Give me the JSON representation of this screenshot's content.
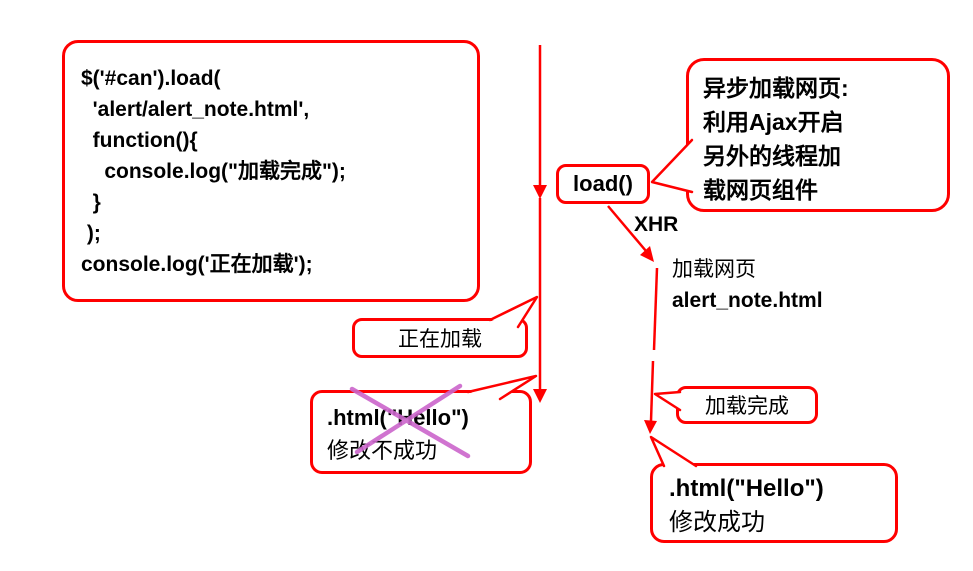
{
  "diagram": {
    "code_box": {
      "lines": [
        "$('#can').load(",
        "  'alert/alert_note.html',",
        "  function(){",
        "    console.log(\"加载完成\");",
        "  }",
        " );",
        "console.log('正在加载');"
      ]
    },
    "load_label": "load()",
    "xhr_label": "XHR",
    "async_note": {
      "lines": [
        "异步加载网页:",
        "利用Ajax开启",
        "另外的线程加",
        "载网页组件"
      ]
    },
    "loading_page": {
      "line1": "加载网页",
      "line2": "alert_note.html"
    },
    "loading_bubble": "正在加载",
    "fail_box": {
      "line1": ".html(\"Hello\")",
      "line2": "修改不成功"
    },
    "done_bubble": "加载完成",
    "success_box": {
      "line1": ".html(\"Hello\")",
      "line2": "修改成功"
    },
    "colors": {
      "stroke": "#ff0000",
      "text": "#000000",
      "cross_out": "#cc66cc",
      "background": "#ffffff"
    }
  }
}
